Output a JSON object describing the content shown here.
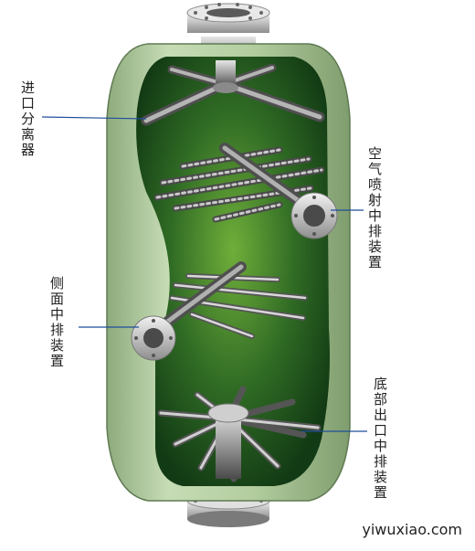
{
  "labels": {
    "inlet": "进口分离器",
    "air_spray": "空气喷射中排装置",
    "side": "侧面中排装置",
    "bottom": "底部出口中排装置"
  },
  "watermark": "yiwuxiao.com",
  "colors": {
    "shell_outer": "#b9d2a7",
    "shell_inner": "#2f6a24",
    "leader_line": "#1f4e9a",
    "pipe": "#9a9a9a"
  }
}
